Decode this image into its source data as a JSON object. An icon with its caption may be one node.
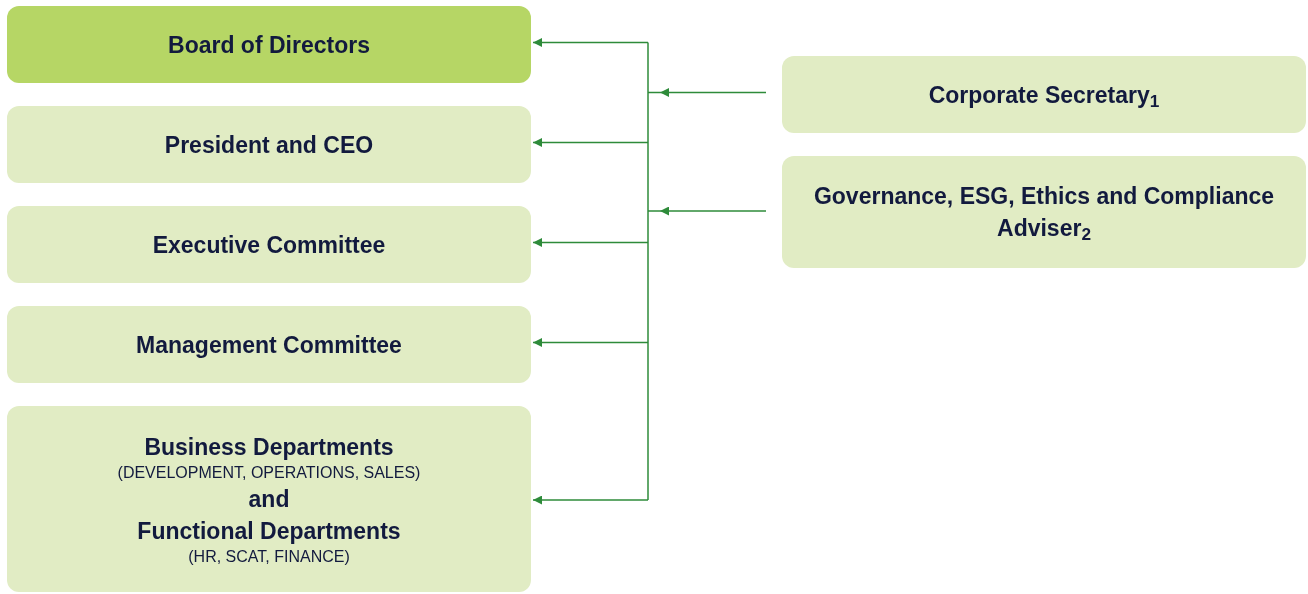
{
  "diagram": {
    "nodes": [
      {
        "text": [
          "Board of Directors"
        ]
      },
      {
        "text": [
          "President and CEO"
        ]
      },
      {
        "text": [
          "Executive Committee"
        ]
      },
      {
        "text": [
          "Management Committee"
        ]
      },
      {
        "text": [
          "Business Departments",
          "(DEVELOPMENT, OPERATIONS, SALES)",
          "and",
          "Functional Departments",
          "(HR, SCAT, FINANCE)"
        ]
      },
      {
        "text": [
          "Corporate Secretary$_{1}$"
        ]
      },
      {
        "text": [
          "Governance, ESG, Ethics and Compliance Adviser$_{2}$"
        ]
      }
    ],
    "edges": [
      {
        "from": 5,
        "to": 0,
        "arrow": "to"
      },
      {
        "from": 5,
        "to": 1,
        "arrow": "to"
      },
      {
        "from": 5,
        "to": 2,
        "arrow": "to"
      },
      {
        "from": 5,
        "to": 3,
        "arrow": "to"
      },
      {
        "from": 5,
        "to": 4,
        "arrow": "to"
      },
      {
        "from": 6,
        "to": 0,
        "arrow": "to"
      },
      {
        "from": 6,
        "to": 1,
        "arrow": "to"
      },
      {
        "from": 6,
        "to": 2,
        "arrow": "to"
      },
      {
        "from": 6,
        "to": 3,
        "arrow": "to"
      },
      {
        "from": 6,
        "to": 4,
        "arrow": "to"
      }
    ]
  }
}
